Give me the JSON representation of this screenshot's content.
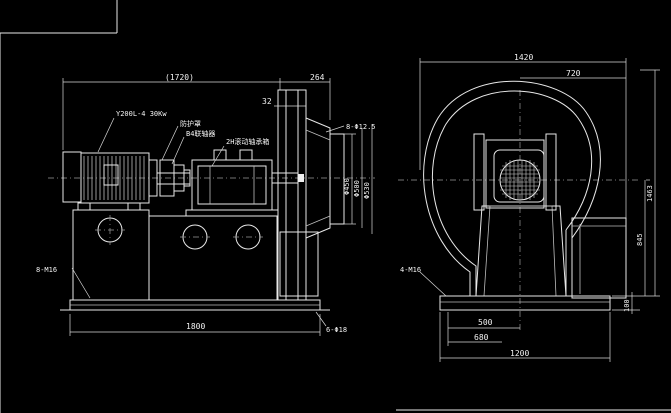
{
  "labels": {
    "motor": "Y200L-4 30Kw",
    "guard": "防护罩",
    "coupling": "B4联轴器",
    "bearing": "2H滚动轴承箱",
    "bolt_holes": "8-Φ12.5",
    "anchor_left": "8-M16",
    "anchor_right": "4-M16",
    "base_holes": "6-Φ18"
  },
  "dimensions": {
    "front_width": "(1720)",
    "flange_depth": "264",
    "flange_gap": "32",
    "base_length": "1800",
    "d450": "Φ450",
    "d500": "Φ500",
    "d530": "Φ530",
    "side_width": "1420",
    "half_width": "720",
    "side_height": "1463",
    "shaft_height": "845",
    "base_height": "100",
    "w500": "500",
    "w680": "680",
    "w1200": "1200"
  }
}
